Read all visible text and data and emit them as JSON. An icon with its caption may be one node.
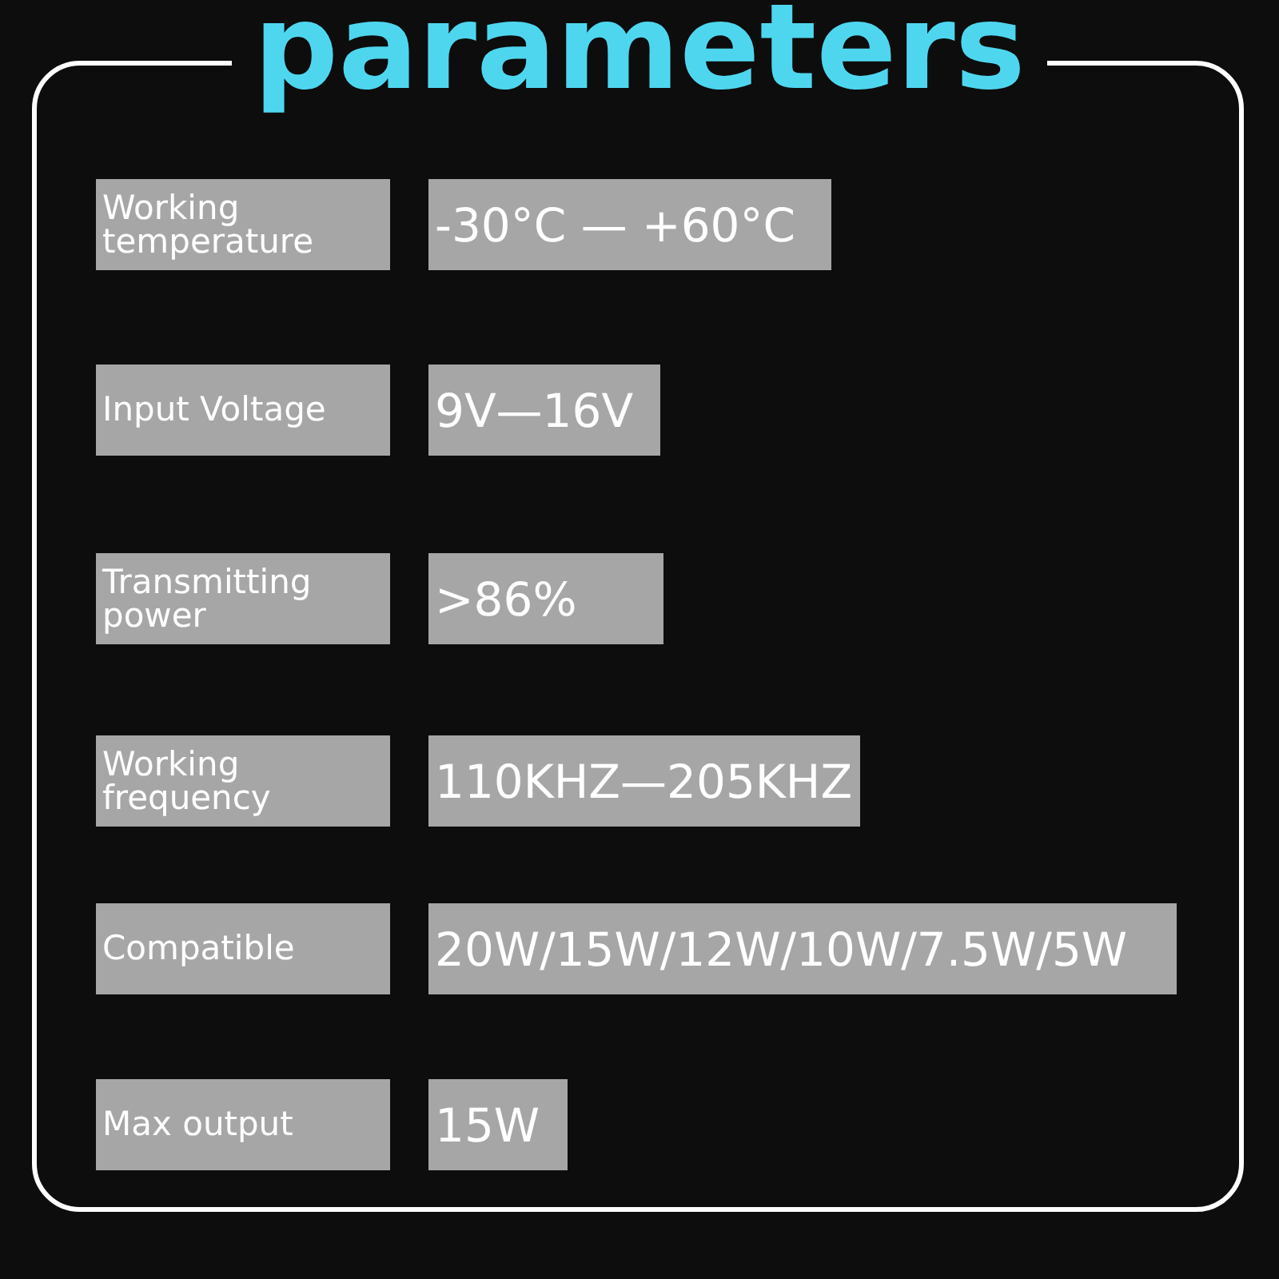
{
  "diagram": {
    "title": "parameters",
    "nodes": [
      {
        "text": [
          "Working temperature"
        ]
      },
      {
        "text": [
          "-30°C — +60°C"
        ]
      },
      {
        "text": [
          "Input Voltage"
        ]
      },
      {
        "text": [
          "9V—16V"
        ]
      },
      {
        "text": [
          "Transmitting power"
        ]
      },
      {
        "text": [
          ">86%"
        ]
      },
      {
        "text": [
          "Working frequency"
        ]
      },
      {
        "text": [
          "110KHZ—205KHZ"
        ]
      },
      {
        "text": [
          "Compatible"
        ]
      },
      {
        "text": [
          "20W/15W/12W/10W/7.5W/5W"
        ]
      },
      {
        "text": [
          "Max output"
        ]
      },
      {
        "text": [
          "15W"
        ]
      }
    ]
  }
}
